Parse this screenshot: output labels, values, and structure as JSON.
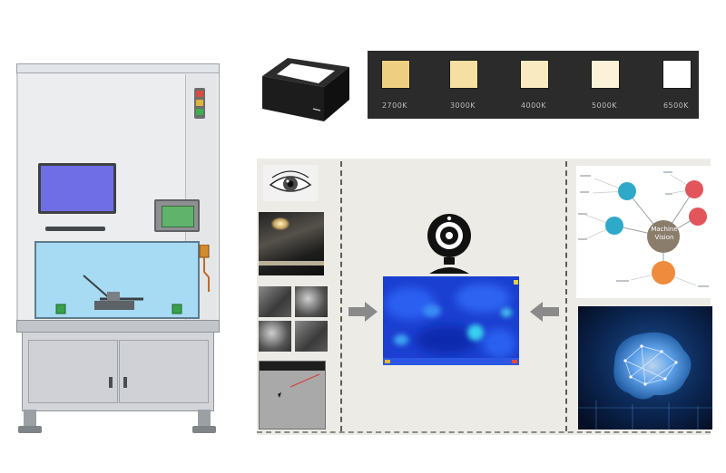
{
  "figure": {
    "color_temperatures": [
      {
        "label": "2700K",
        "color": "#eecf82"
      },
      {
        "label": "3000K",
        "color": "#f5dfa2"
      },
      {
        "label": "4000K",
        "color": "#f9eac2"
      },
      {
        "label": "5000K",
        "color": "#fcf2da"
      },
      {
        "label": "6500K",
        "color": "#ffffff"
      }
    ],
    "mindmap_center_label": "Machine Vision",
    "icons": {
      "inspection_machine": "inspection-machine-icon",
      "light_box": "light-box-icon",
      "eye": "eye-icon",
      "webcam": "webcam-icon",
      "arrow_right": "arrow-right-icon",
      "arrow_left": "arrow-left-icon",
      "neural_network": "neural-brain-icon"
    },
    "colors": {
      "panel_bg": "#ecebe6",
      "swatch_panel_bg": "#2b2b2b",
      "arrow_gray": "#8a8a8a",
      "heatmap_blue": "#1b3fd0"
    }
  }
}
